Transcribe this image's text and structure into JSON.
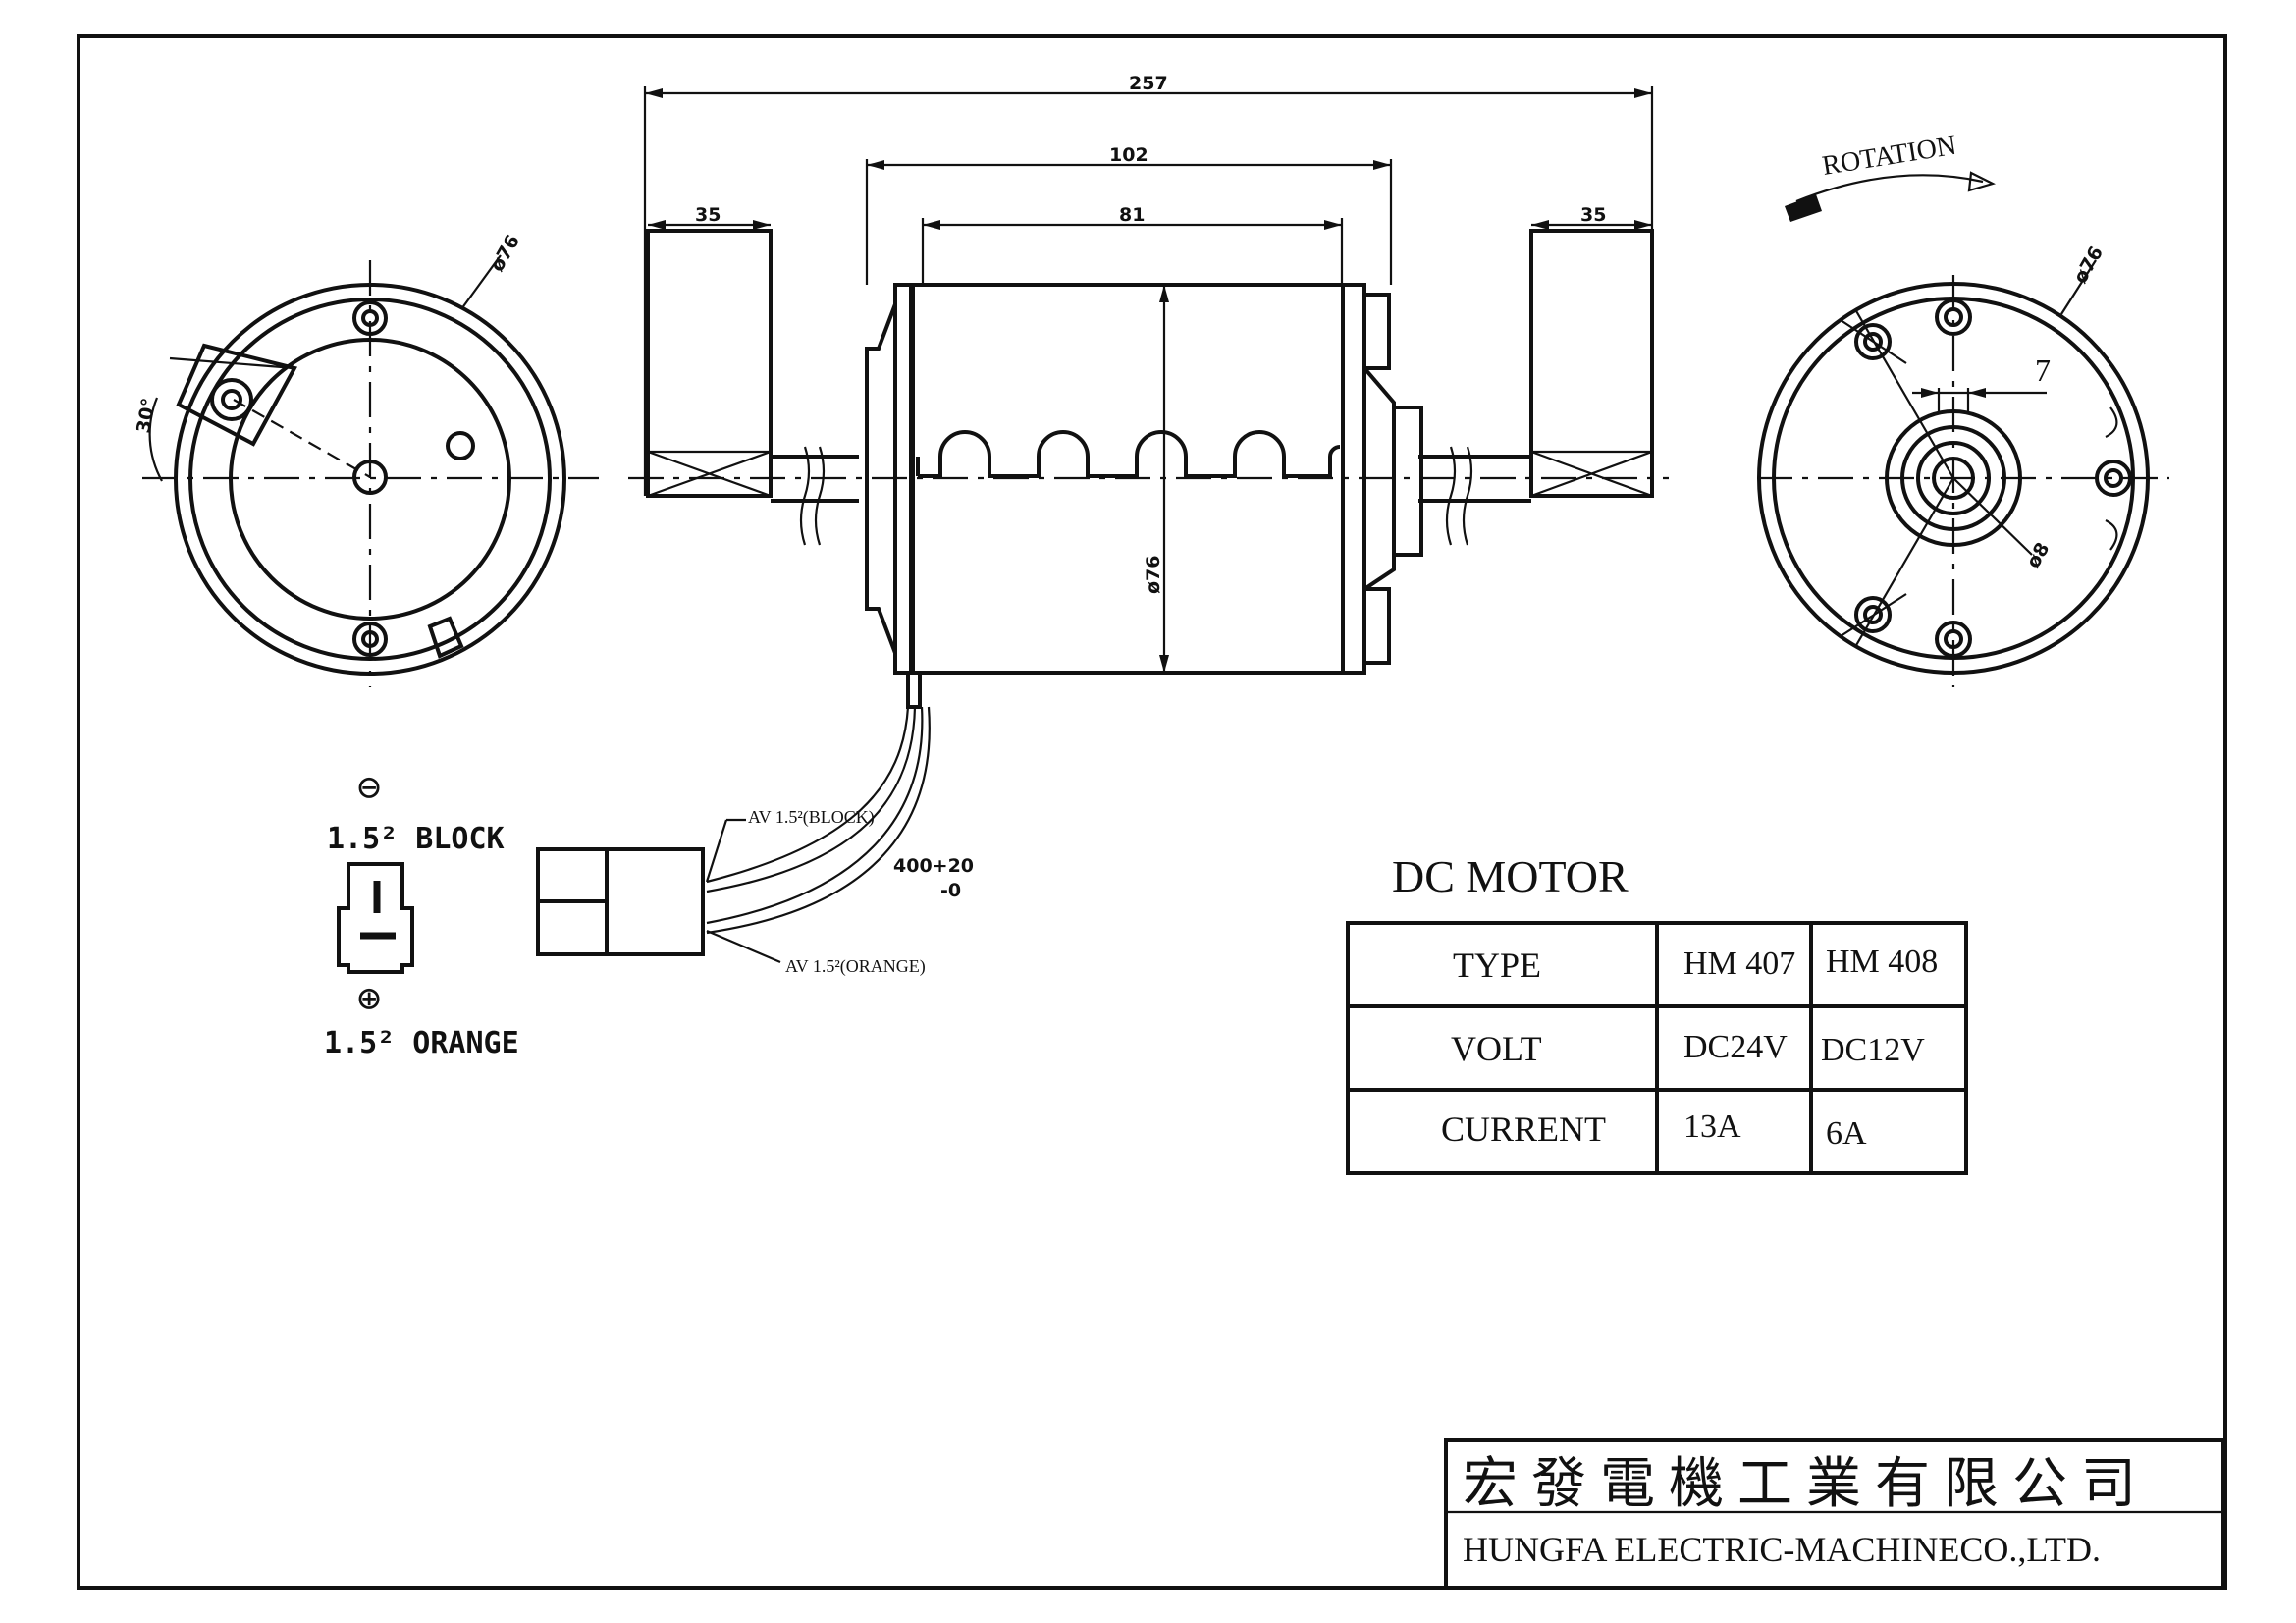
{
  "dimensions": {
    "overall_length": "257",
    "body_length_a": "102",
    "body_length_b": "81",
    "shaft_left": "35",
    "shaft_right": "35",
    "body_diameter": "ø76",
    "left_end_diameter": "ø76",
    "right_end_diameter": "ø76",
    "hub_diameter": "ø8",
    "mount_offset": "7",
    "bracket_angle": "30°",
    "wire_length_main": "400+20",
    "wire_length_tol": "-0"
  },
  "rotation_label": "ROTATION",
  "wires": {
    "black_callout": "AV 1.5²(BLOCK)",
    "orange_callout": "AV 1.5²(ORANGE)"
  },
  "polarity": {
    "negative_symbol": "⊖",
    "negative_label": "1.5² BLOCK",
    "positive_symbol": "⊕",
    "positive_label": "1.5² ORANGE"
  },
  "spec_table": {
    "title": "DC MOTOR",
    "rows": [
      {
        "label": "TYPE",
        "col1": "HM 407",
        "col2": "HM 408"
      },
      {
        "label": "VOLT",
        "col1": "DC24V",
        "col2": "DC12V"
      },
      {
        "label": "CURRENT",
        "col1": "13A",
        "col2": "6A"
      }
    ]
  },
  "title_block": {
    "company_cn": "宏 發 電 機 工 業 有 限 公 司",
    "company_en": "HUNGFA ELECTRIC-MACHINECO.,LTD."
  }
}
